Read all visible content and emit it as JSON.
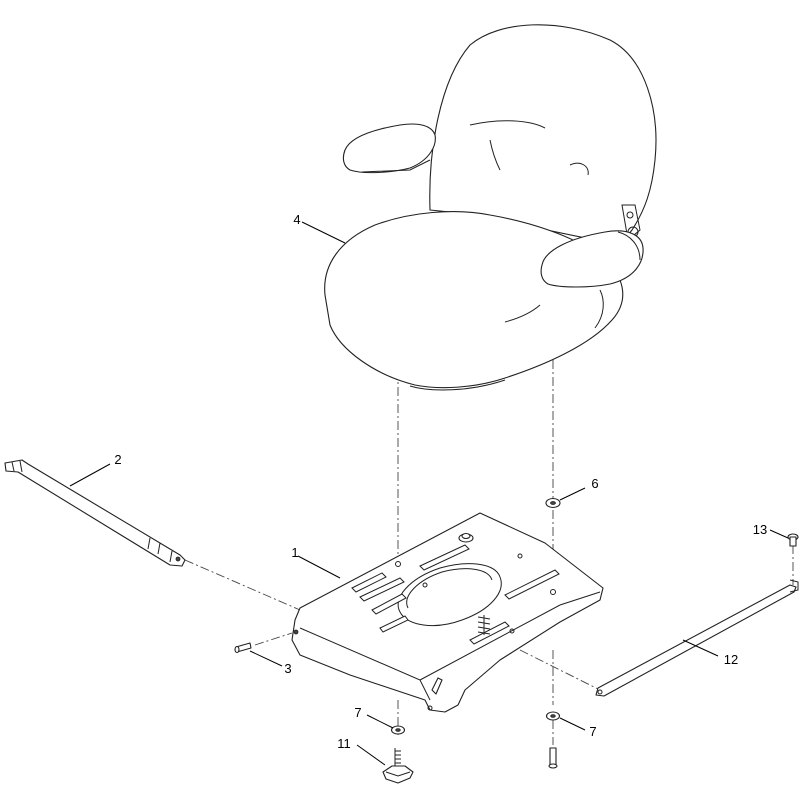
{
  "diagram": {
    "callouts": [
      {
        "id": "1",
        "label": "1"
      },
      {
        "id": "2",
        "label": "2"
      },
      {
        "id": "3",
        "label": "3"
      },
      {
        "id": "4",
        "label": "4"
      },
      {
        "id": "6",
        "label": "6"
      },
      {
        "id": "7a",
        "label": "7"
      },
      {
        "id": "7b",
        "label": "7"
      },
      {
        "id": "11",
        "label": "11"
      },
      {
        "id": "12",
        "label": "12"
      },
      {
        "id": "13",
        "label": "13"
      }
    ]
  }
}
